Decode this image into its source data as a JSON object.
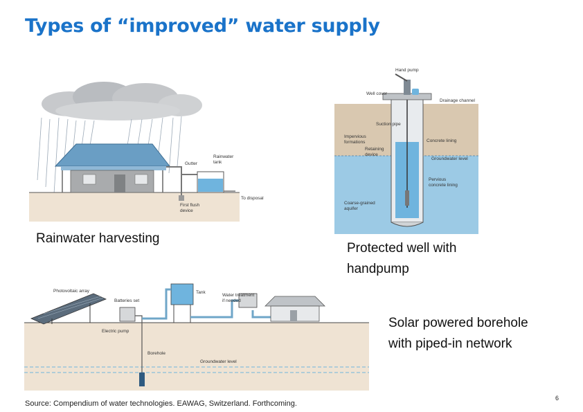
{
  "slide": {
    "title": "Types of “improved” water supply",
    "source": "Source: Compendium of water technologies. EAWAG, Switzerland. Forthcoming.",
    "page_number": "6"
  },
  "captions": {
    "rainwater": "Rainwater harvesting",
    "well_line1": "Protected well with",
    "well_line2": "handpump",
    "solar_line1": "Solar powered borehole",
    "solar_line2": "with piped-in network"
  },
  "rainwater_labels": {
    "gutter": "Gutter",
    "tank_line1": "Rainwater",
    "tank_line2": "tank",
    "disposal": "To disposal",
    "flush_line1": "First flush",
    "flush_line2": "device"
  },
  "well_labels": {
    "hand_pump": "Hand pump",
    "well_cover": "Well cover",
    "drainage": "Drainage channel",
    "suction_pipe": "Suction pipe",
    "impervious_line1": "Impervious",
    "impervious_line2": "formations",
    "concrete": "Concrete lining",
    "retaining_line1": "Retaining",
    "retaining_line2": "device",
    "groundwater": "Groundwater level",
    "pervious_line1": "Pervious",
    "pervious_line2": "concrete lining",
    "aquifer_line1": "Coarse-grained",
    "aquifer_line2": "aquifer"
  },
  "solar_labels": {
    "pv": "Photovoltaic array",
    "batteries": "Batteries set",
    "tank": "Tank",
    "treatment_line1": "Water treatment",
    "treatment_line2": "if needed",
    "pump": "Electric pump",
    "borehole": "Borehole",
    "groundwater": "Groundwater level"
  },
  "colors": {
    "title": "#1a73c9",
    "water": "#6fb4de",
    "soil": "#efe3d3",
    "roof": "#6a9ec4"
  }
}
